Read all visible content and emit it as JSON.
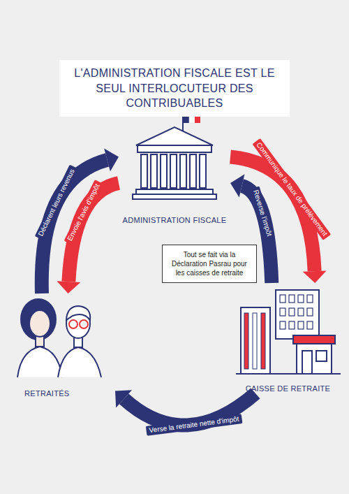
{
  "diagram": {
    "title": "L'ADMINISTRATION FISCALE EST LE SEUL INTERLOCUTEUR DES CONTRIBUABLES",
    "nodes": [
      {
        "text": [
          "ADMINISTRATION FISCALE"
        ]
      },
      {
        "text": [
          "Tout se fait via la Déclaration Pasrau pour les caisses de retraite"
        ]
      },
      {
        "text": [
          "RETRAITÉS"
        ]
      },
      {
        "text": [
          "CAISSE DE RETRAITE"
        ]
      }
    ],
    "edges": [
      {
        "from": 2,
        "to": 0,
        "label": "Déclarent leurs revenus",
        "arrow": "to"
      },
      {
        "from": 0,
        "to": 2,
        "label": "Envoie l'avis d'impôt",
        "arrow": "to"
      },
      {
        "from": 0,
        "to": 3,
        "label": "Communique le taux de prélèvement",
        "arrow": "to"
      },
      {
        "from": 3,
        "to": 0,
        "label": "Reverse l'impôt",
        "arrow": "to"
      },
      {
        "from": 3,
        "to": 2,
        "label": "Verse la retraite nette d'impôt",
        "arrow": "to"
      }
    ]
  }
}
